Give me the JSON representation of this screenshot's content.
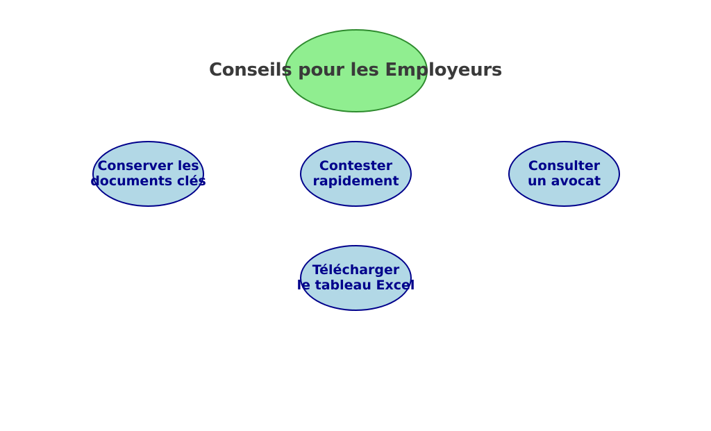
{
  "diagram": {
    "title": "Conseils pour les Employeurs",
    "root_node": {
      "id": "root",
      "shape": "ellipse",
      "label": "Conseils pour les Employeurs"
    },
    "nodes": [
      {
        "id": "conserver-documents",
        "shape": "ellipse",
        "label": "Conserver les\ndocuments clés"
      },
      {
        "id": "contester-rapidement",
        "shape": "ellipse",
        "label": "Contester\nrapidement"
      },
      {
        "id": "consulter-avocat",
        "shape": "ellipse",
        "label": "Consulter\nun avocat"
      },
      {
        "id": "telecharger-tableau-excel",
        "shape": "ellipse",
        "label": "Télécharger\nle tableau Excel"
      }
    ],
    "colors": {
      "background": "#ffffff",
      "root_fill": "#90ee90",
      "root_border": "#2e8b2e",
      "node_fill": "#b2d8e6",
      "node_border": "#00008b",
      "node_text": "#00008b",
      "title_text": "#3a3a3a"
    }
  }
}
